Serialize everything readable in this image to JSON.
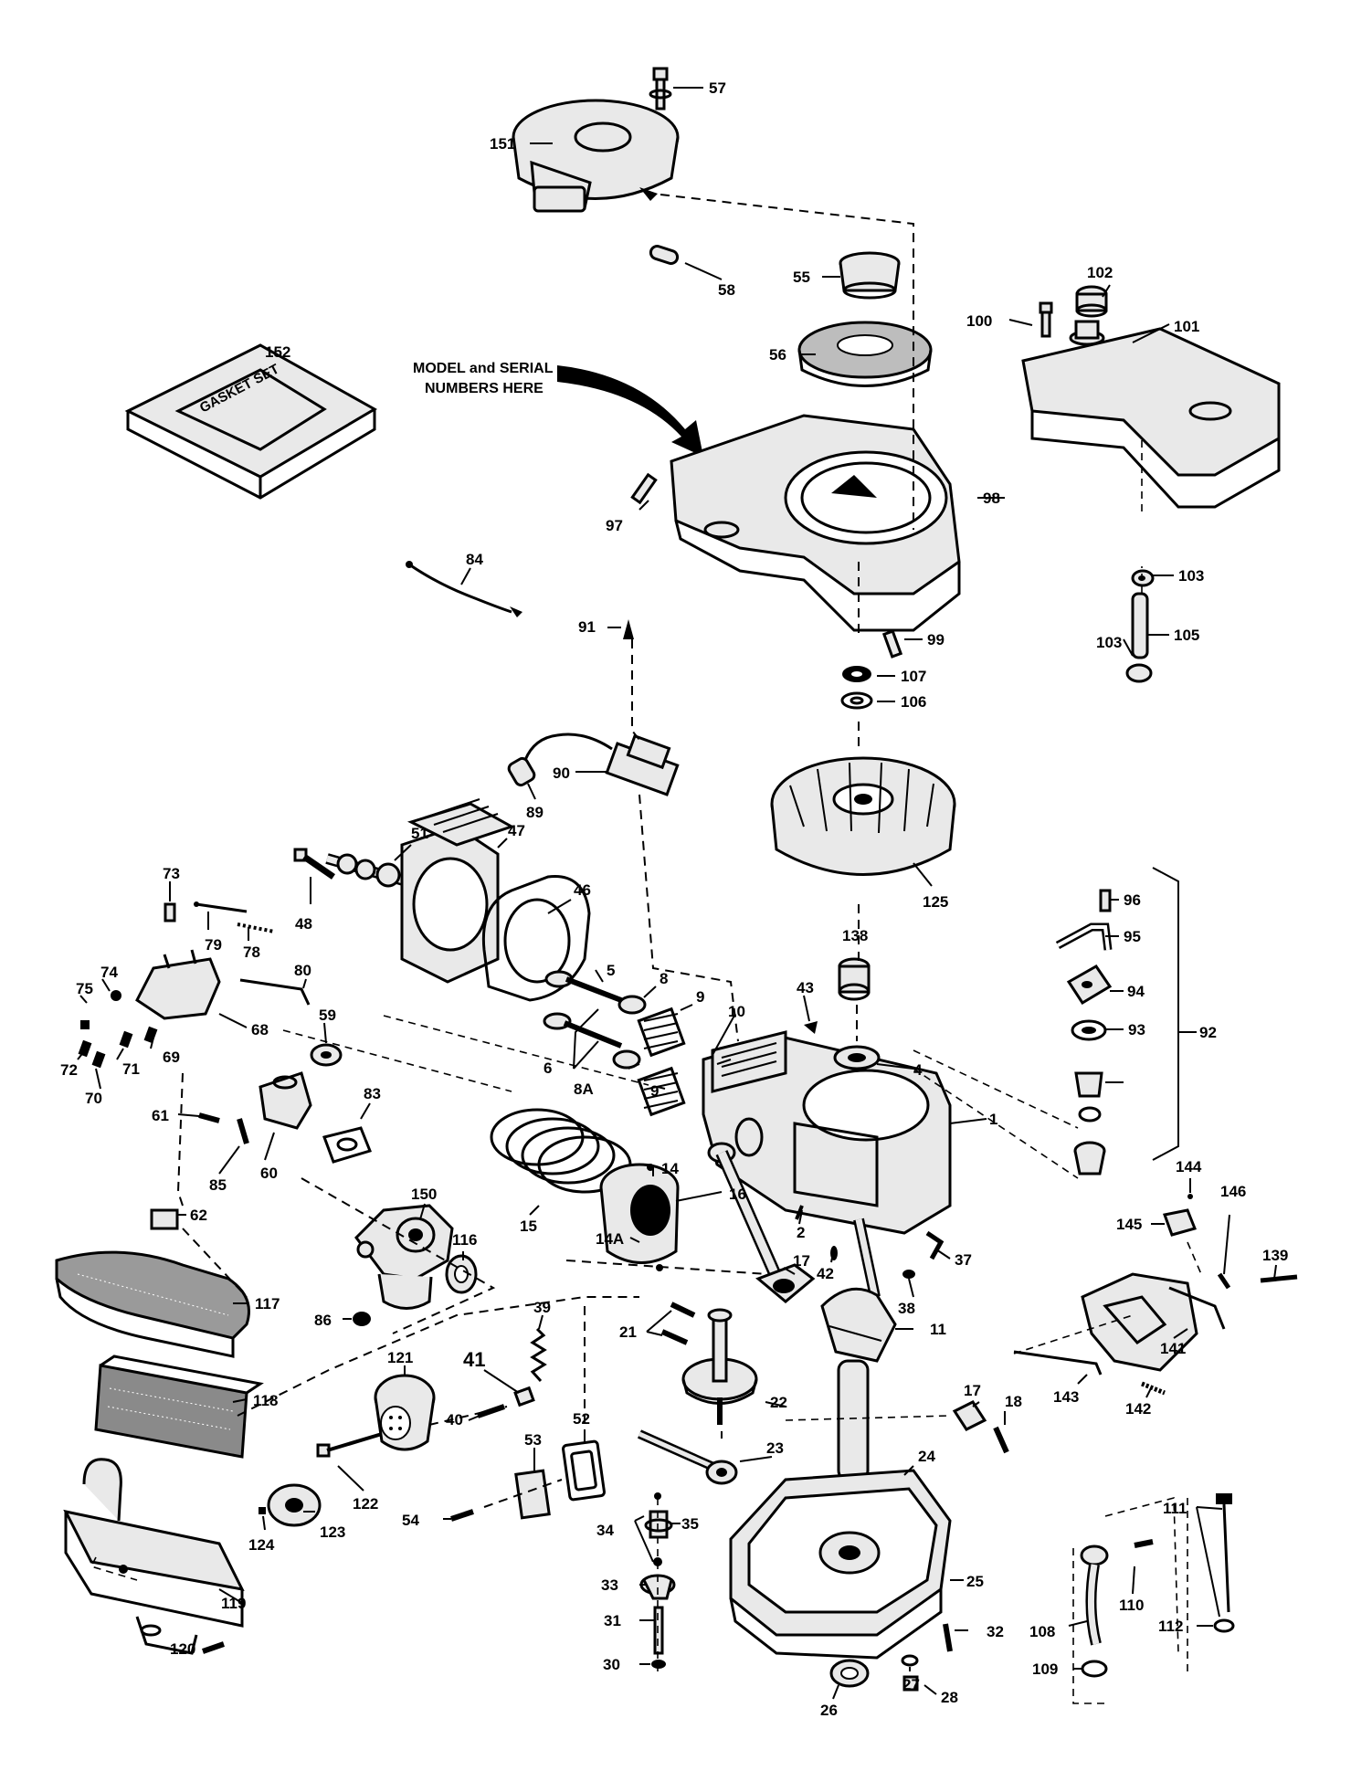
{
  "diagram": {
    "labels": {
      "l57": "57",
      "l151": "151",
      "l55": "55",
      "l58": "58",
      "l56": "56",
      "l102": "102",
      "l100": "100",
      "l101": "101",
      "l152": "152",
      "model_line1": "MODEL and SERIAL",
      "model_line2": "NUMBERS HERE",
      "gasket_set": "GASKET SET",
      "l97": "97",
      "l98": "98",
      "l84": "84",
      "l103a": "103",
      "l105": "105",
      "l103b": "103",
      "l91": "91",
      "l99": "99",
      "l107": "107",
      "l106": "106",
      "l90": "90",
      "l89": "89",
      "l125": "125",
      "l73": "73",
      "l51": "51",
      "l47": "47",
      "l48": "48",
      "l46": "46",
      "l79": "79",
      "l78": "78",
      "l96a": "96",
      "l95": "95",
      "l138": "138",
      "l5": "5",
      "l8": "8",
      "l9a": "9",
      "l10": "10",
      "l74": "74",
      "l75": "75",
      "l80": "80",
      "l59": "59",
      "l68": "68",
      "l43": "43",
      "l94": "94",
      "l92": "92",
      "l93": "93",
      "l72": "72",
      "l71": "71",
      "l69": "69",
      "l70": "70",
      "l6": "6",
      "l4": "4",
      "l8A": "8A",
      "l9b": "9",
      "l61": "61",
      "l83": "83",
      "l1": "1",
      "l85": "85",
      "l60": "60",
      "l14": "14",
      "l150": "150",
      "l62": "62",
      "l144": "144",
      "l146": "146",
      "l145": "145",
      "l15": "15",
      "l16": "16",
      "l116": "116",
      "l14A": "14A",
      "l2": "2",
      "l17a": "17",
      "l139": "139",
      "l117": "117",
      "l86": "86",
      "l42": "42",
      "l37": "37",
      "l38": "38",
      "l39": "39",
      "l41": "41",
      "l21": "21",
      "l11": "11",
      "l141": "141",
      "l118": "118",
      "l121": "121",
      "l22": "22",
      "l17b": "17",
      "l18": "18",
      "l143": "143",
      "l52": "52",
      "l40": "40",
      "l53": "53",
      "l23": "23",
      "l142": "142",
      "l24": "24",
      "l122": "122",
      "l54": "54",
      "l124": "124",
      "l123": "123",
      "l34": "34",
      "l35": "35",
      "l111": "111",
      "l33": "33",
      "l25": "25",
      "l119": "119",
      "l110": "110",
      "l31": "31",
      "l32": "32",
      "l108": "108",
      "l112": "112",
      "l120": "120",
      "l30": "30",
      "l27": "27",
      "l28": "28",
      "l109": "109",
      "l26": "26"
    },
    "colors": {
      "ink": "#000000",
      "paper": "#ffffff",
      "shade": "#e9e9e9"
    }
  }
}
